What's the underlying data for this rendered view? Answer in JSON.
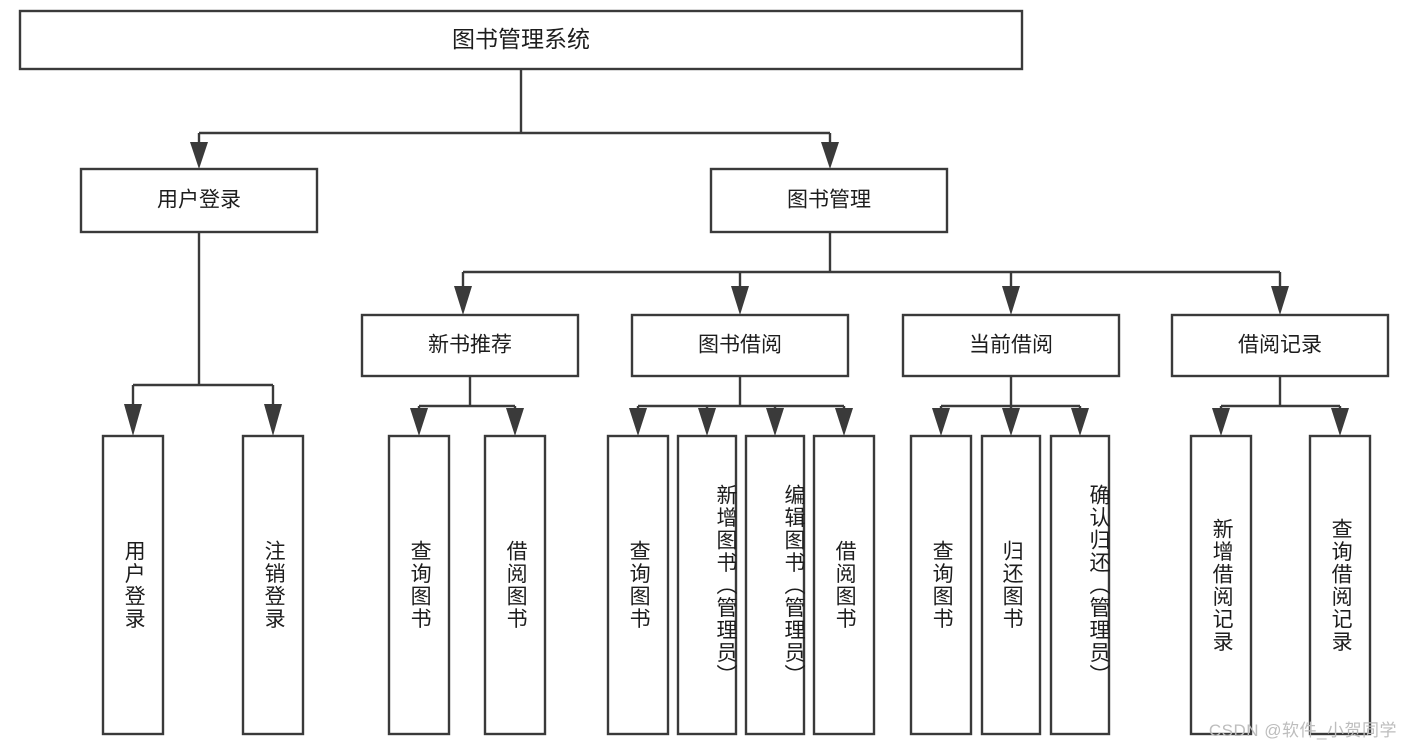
{
  "diagram": {
    "title": "图书管理系统",
    "type": "tree-hierarchy",
    "root": {
      "label": "图书管理系统"
    },
    "level1": [
      {
        "label": "用户登录"
      },
      {
        "label": "图书管理"
      }
    ],
    "level2": [
      {
        "label": "新书推荐"
      },
      {
        "label": "图书借阅"
      },
      {
        "label": "当前借阅"
      },
      {
        "label": "借阅记录"
      }
    ],
    "leaves": {
      "user_login": [
        {
          "label": "用户登录"
        },
        {
          "label": "注销登录"
        }
      ],
      "new_book_recommend": [
        {
          "label": "查询图书"
        },
        {
          "label": "借阅图书"
        }
      ],
      "book_borrow": [
        {
          "label": "查询图书"
        },
        {
          "label": "新增图书（管理员）"
        },
        {
          "label": "编辑图书（管理员）"
        },
        {
          "label": "借阅图书"
        }
      ],
      "current_borrow": [
        {
          "label": "查询图书"
        },
        {
          "label": "归还图书"
        },
        {
          "label": "确认归还（管理员）"
        }
      ],
      "borrow_record": [
        {
          "label": "新增借阅记录"
        },
        {
          "label": "查询借阅记录"
        }
      ]
    }
  },
  "watermark": {
    "text": "CSDN @软件_小贺同学"
  },
  "colors": {
    "stroke": "#3a3a3a",
    "box_fill": "#ffffff",
    "text": "#1d1d1d",
    "watermark": "#bdbdbd",
    "background": "#ffffff"
  }
}
